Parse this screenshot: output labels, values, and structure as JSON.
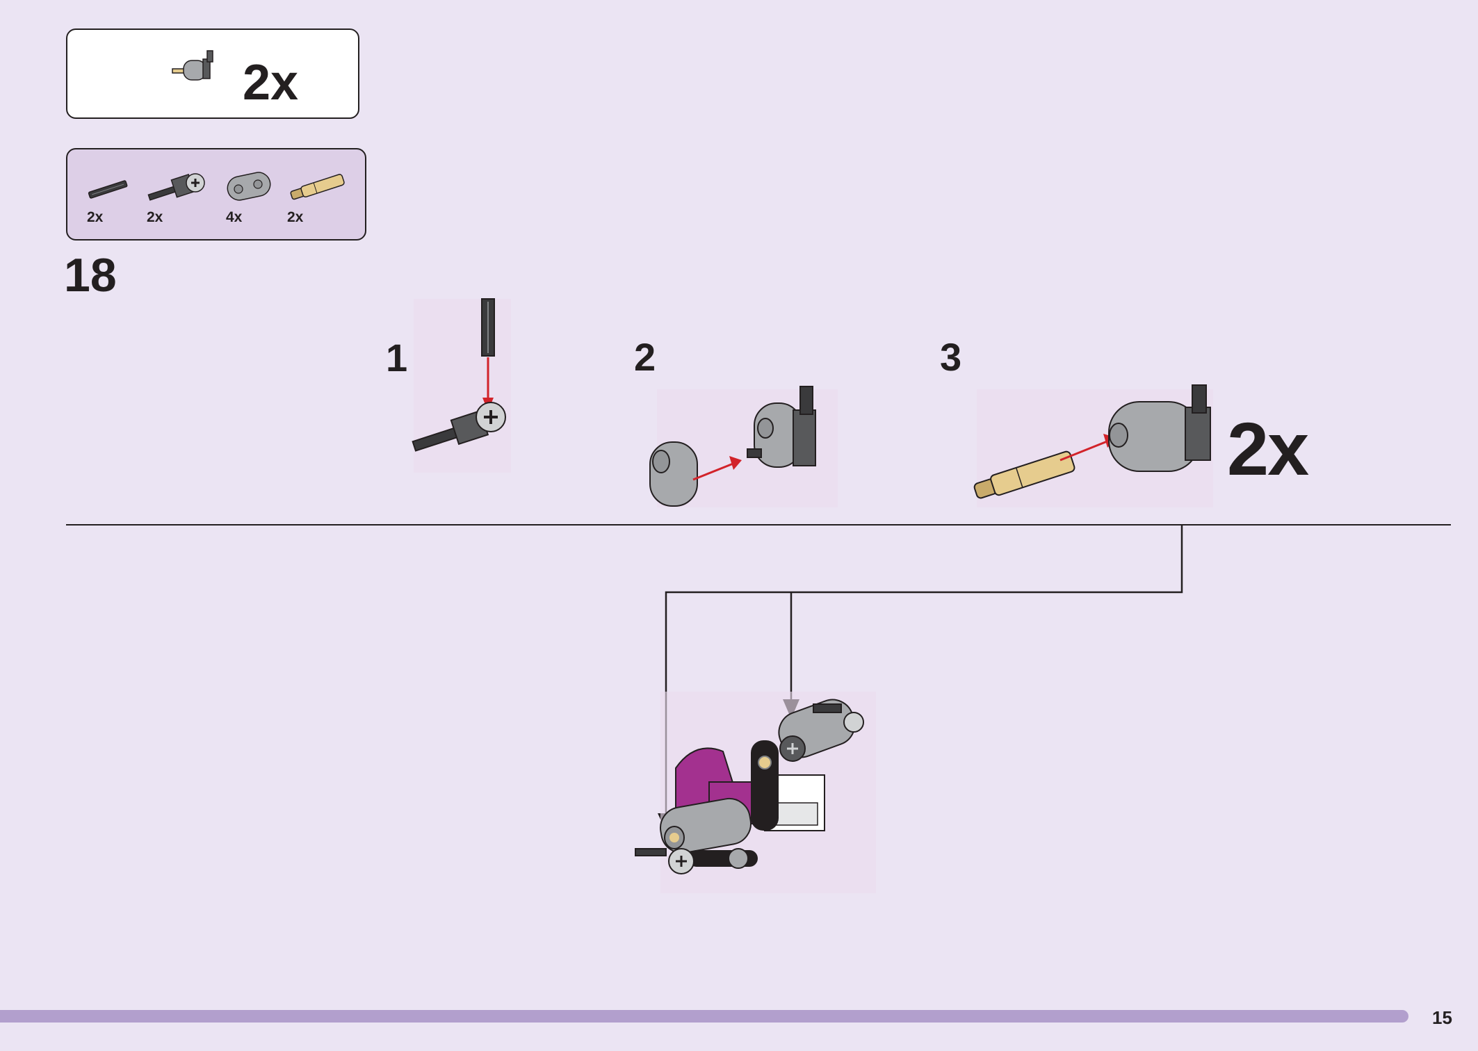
{
  "subassembly_callout": {
    "multiplier": "2x",
    "icon": "pin-connector-subassembly-icon"
  },
  "parts_list": [
    {
      "icon": "short-axle-icon",
      "qty": "2x"
    },
    {
      "icon": "axle-with-connector-icon",
      "qty": "2x"
    },
    {
      "icon": "grey-liftarm-icon",
      "qty": "4x"
    },
    {
      "icon": "tan-axle-pin-icon",
      "qty": "2x"
    }
  ],
  "step": {
    "number": "18",
    "substeps": [
      {
        "number": "1"
      },
      {
        "number": "2"
      },
      {
        "number": "3",
        "multiplier": "2x"
      }
    ]
  },
  "colors": {
    "background": "#ebe4f3",
    "parts_box": "#ddcfe7",
    "arrow_red": "#d2232a",
    "footer_bar": "#b29fcd",
    "brick_grey": "#a7a9ac",
    "brick_tan": "#e6cc8e",
    "brick_magenta": "#a3318f"
  },
  "page": {
    "number": "15"
  }
}
